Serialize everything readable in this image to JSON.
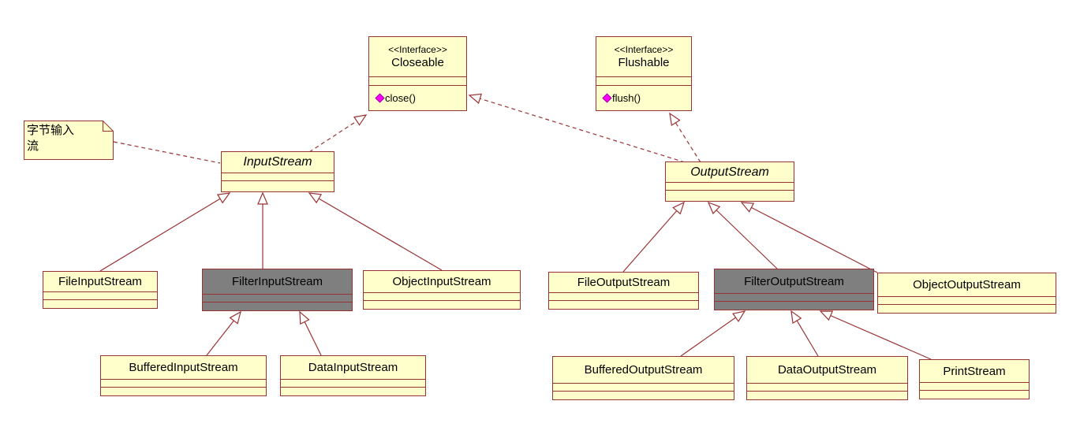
{
  "diagram_type": "uml-class-diagram",
  "colors": {
    "box_fill": "#FFFFCC",
    "line": "#993333",
    "highlight_fill": "#7F7F7F",
    "method_icon": "#FF00FF",
    "background": "#FFFFFF"
  },
  "note": {
    "text": "字节输入流"
  },
  "classes": {
    "closeable": {
      "stereotype": "<<Interface>>",
      "name": "Closeable",
      "method": "close()"
    },
    "flushable": {
      "stereotype": "<<Interface>>",
      "name": "Flushable",
      "method": "flush()"
    },
    "input_stream": {
      "name": "InputStream",
      "abstract": true
    },
    "output_stream": {
      "name": "OutputStream",
      "abstract": true
    },
    "file_input": {
      "name": "FileInputStream"
    },
    "filter_input": {
      "name": "FilterInputStream",
      "highlighted": true
    },
    "object_input": {
      "name": "ObjectInputStream"
    },
    "buffered_input": {
      "name": "BufferedInputStream"
    },
    "data_input": {
      "name": "DataInputStream"
    },
    "file_output": {
      "name": "FileOutputStream"
    },
    "filter_output": {
      "name": "FilterOutputStream",
      "highlighted": true
    },
    "object_output": {
      "name": "ObjectOutputStream"
    },
    "buffered_output": {
      "name": "BufferedOutputStream"
    },
    "data_output": {
      "name": "DataOutputStream"
    },
    "print_stream": {
      "name": "PrintStream"
    }
  },
  "relationships": [
    {
      "type": "realization",
      "from": "InputStream",
      "to": "Closeable"
    },
    {
      "type": "realization",
      "from": "OutputStream",
      "to": "Closeable"
    },
    {
      "type": "realization",
      "from": "OutputStream",
      "to": "Flushable"
    },
    {
      "type": "note-link",
      "from": "字节输入流",
      "to": "InputStream"
    },
    {
      "type": "generalization",
      "from": "FileInputStream",
      "to": "InputStream"
    },
    {
      "type": "generalization",
      "from": "FilterInputStream",
      "to": "InputStream"
    },
    {
      "type": "generalization",
      "from": "ObjectInputStream",
      "to": "InputStream"
    },
    {
      "type": "generalization",
      "from": "BufferedInputStream",
      "to": "FilterInputStream"
    },
    {
      "type": "generalization",
      "from": "DataInputStream",
      "to": "FilterInputStream"
    },
    {
      "type": "generalization",
      "from": "FileOutputStream",
      "to": "OutputStream"
    },
    {
      "type": "generalization",
      "from": "FilterOutputStream",
      "to": "OutputStream"
    },
    {
      "type": "generalization",
      "from": "ObjectOutputStream",
      "to": "OutputStream"
    },
    {
      "type": "generalization",
      "from": "BufferedOutputStream",
      "to": "FilterOutputStream"
    },
    {
      "type": "generalization",
      "from": "DataOutputStream",
      "to": "FilterOutputStream"
    },
    {
      "type": "generalization",
      "from": "PrintStream",
      "to": "FilterOutputStream"
    }
  ]
}
